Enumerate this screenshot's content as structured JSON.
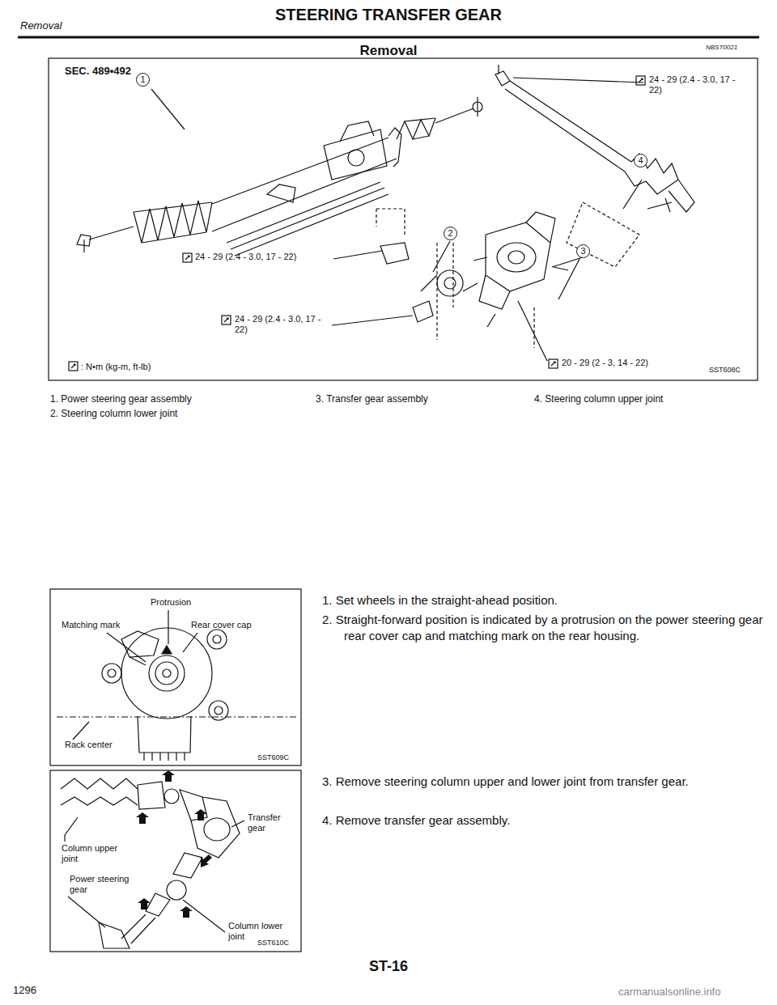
{
  "diagram": {
    "title": "STEERING TRANSFER GEAR",
    "labels": [
      "Removal",
      "Removal",
      "NBST0021",
      "SEC. 489•492",
      "24 - 29 (2.4 - 3.0, 17 - 22)",
      "1",
      "4",
      "24 - 29 (2.4 - 3.0, 17 - 22)",
      "2",
      "3",
      "24 - 29 (2.4 - 3.0, 17 - 22)",
      "20 - 29 (2 - 3, 14 - 22)",
      "SST608C",
      "1. Power steering gear assembly",
      "2. Steering column lower joint",
      "3. Transfer gear assembly",
      "4. Steering column upper joint",
      "Protrusion",
      "Matching mark",
      "Rear cover cap",
      "Rack center",
      "SST609C",
      "1. Set wheels in the straight-ahead position.",
      "2. Straight-forward position is indicated by a protrusion on the power steering gear rear cover cap and matching mark on the rear housing.",
      "Transfer gear",
      "Column upper joint",
      "Power steering gear",
      "Column lower joint",
      "SST610C",
      "3. Remove steering column upper and lower joint from transfer gear.",
      "4. Remove transfer gear assembly.",
      "ST-16",
      "1296",
      "carmanualsonline.info"
    ],
    "legend": [
      {
        "text": ": N•m (kg-m, ft-lb)"
      }
    ]
  }
}
